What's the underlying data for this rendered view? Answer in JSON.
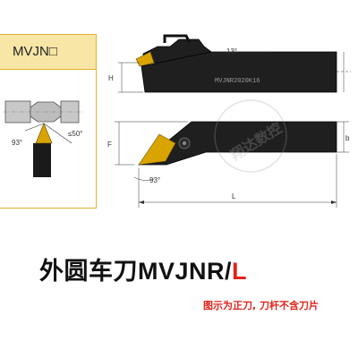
{
  "card": {
    "code": "MVJN□"
  },
  "side_view": {
    "angle_top": "13°",
    "marking": "MVJNR2020K16",
    "dim_h": "H"
  },
  "top_view": {
    "dim_f": "F",
    "dim_b": "b",
    "dim_l": "L",
    "angle_approach": "93°"
  },
  "small_diagram": {
    "angle_a": "93°",
    "angle_b": "≤50°"
  },
  "watermark": "翔达数控",
  "title": {
    "main": "外圆车刀MVJNR/",
    "accent": "L"
  },
  "note": "图示为正刀, 刀杆不含刀片",
  "colors": {
    "insert": "#d9a400",
    "card_border": "#e3b12a",
    "card_head": "#f7e6a6",
    "accent": "#e0241b"
  }
}
